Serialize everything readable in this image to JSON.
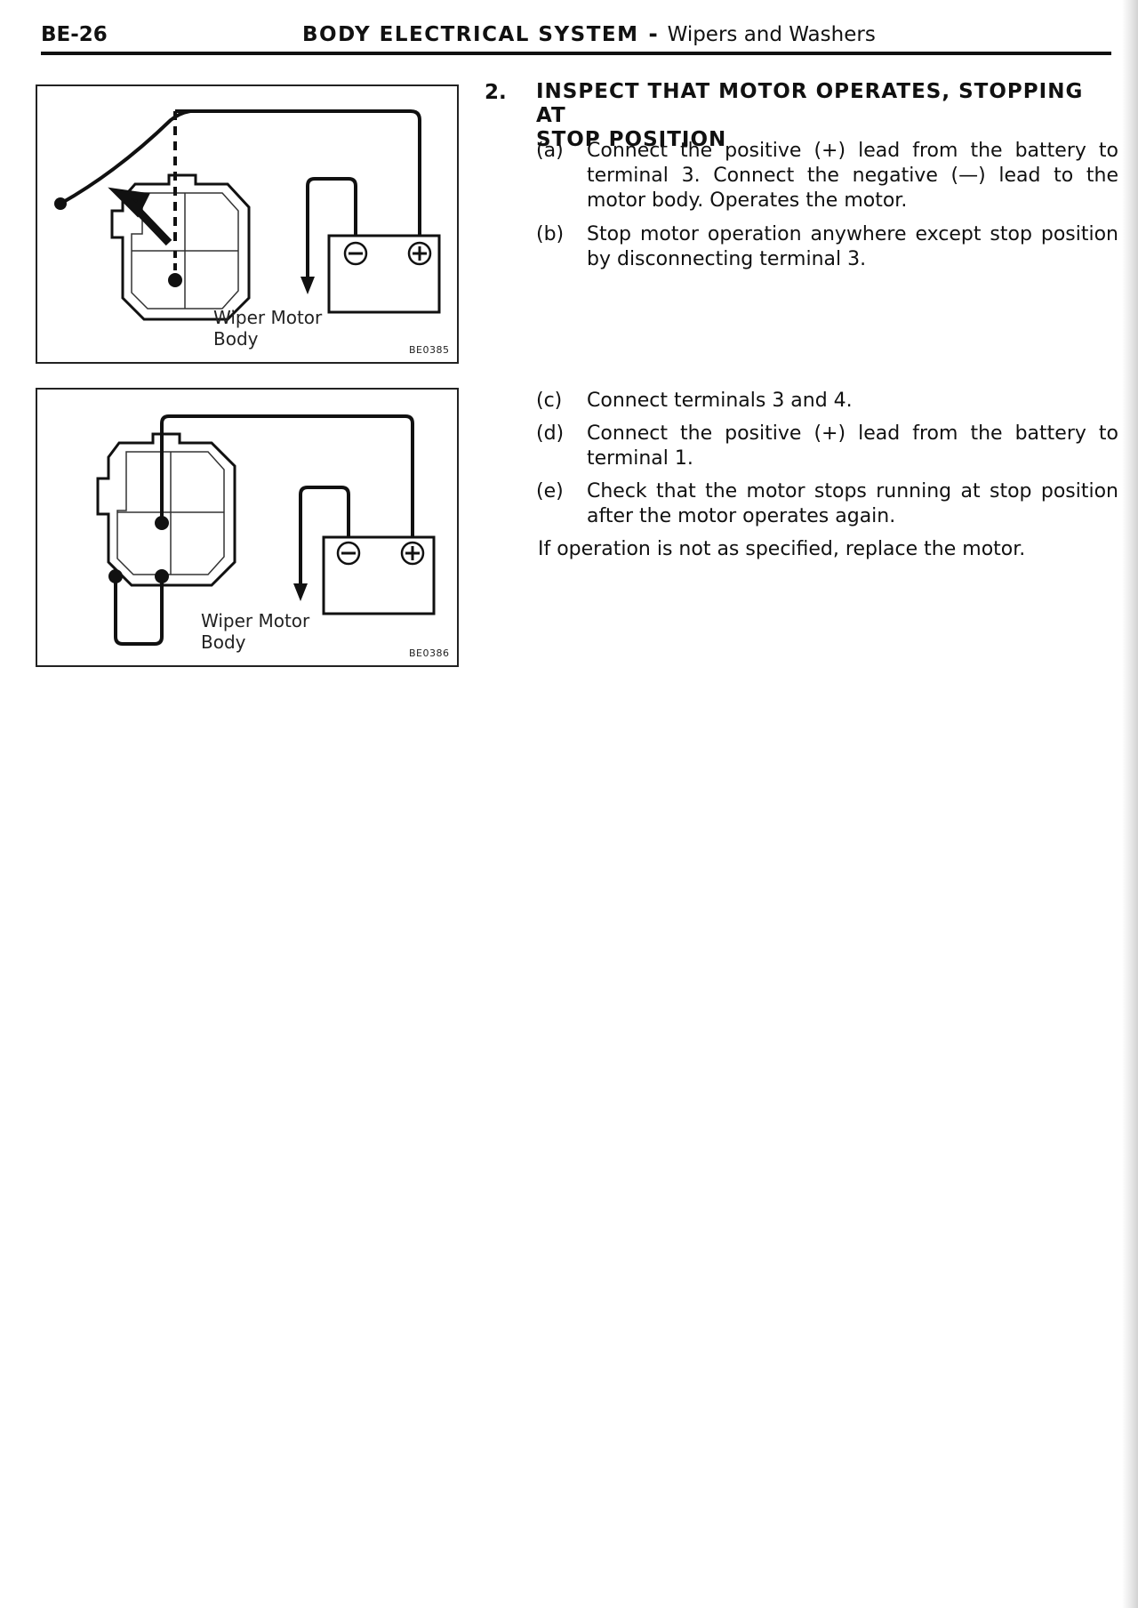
{
  "header": {
    "page_code": "BE-26",
    "section_main": "BODY ELECTRICAL SYSTEM",
    "section_sub": "Wipers and Washers"
  },
  "figures": [
    {
      "label_line1": "Wiper Motor",
      "label_line2": "Body",
      "code": "BE0385"
    },
    {
      "label_line1": "Wiper Motor",
      "label_line2": "Body",
      "code": "BE0386"
    }
  ],
  "step": {
    "number": "2.",
    "heading_line1": "INSPECT THAT MOTOR OPERATES, STOPPING AT",
    "heading_line2": "STOP POSITION",
    "items": [
      {
        "label": "(a)",
        "text": "Connect the positive (+) lead from the battery to terminal 3. Connect the negative (—) lead to the motor body. Operates the motor."
      },
      {
        "label": "(b)",
        "text": "Stop motor operation anywhere except stop position by disconnecting terminal 3."
      },
      {
        "label": "(c)",
        "text": "Connect terminals 3 and 4."
      },
      {
        "label": "(d)",
        "text": "Connect the positive (+) lead from the battery to terminal 1."
      },
      {
        "label": "(e)",
        "text": "Check that the motor stops running at stop position after the motor operates again."
      }
    ],
    "note": "If operation is not as specified, replace the motor."
  }
}
